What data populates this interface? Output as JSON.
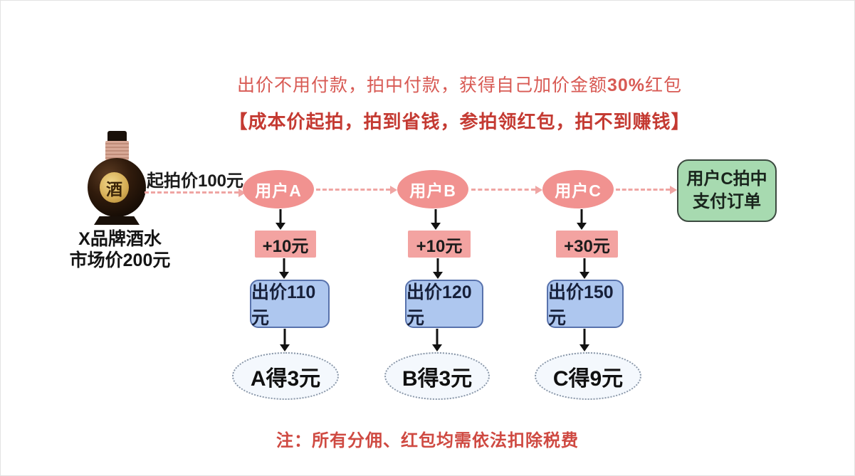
{
  "header": {
    "line1_prefix": "出价不用付款，拍中付款，获得自己加价金额",
    "line1_highlight": "30%",
    "line1_suffix": "红包",
    "line2": "【成本价起拍，拍到省钱，参拍领红包，拍不到赚钱】"
  },
  "product": {
    "bottle_label_char": "酒",
    "name": "X品牌酒水",
    "market_price": "市场价200元",
    "start_price": "起拍价100元"
  },
  "columns": [
    {
      "user": "用户A",
      "increment": "+10元",
      "bid": "出价110元",
      "reward": "A得3元"
    },
    {
      "user": "用户B",
      "increment": "+10元",
      "bid": "出价120元",
      "reward": "B得3元"
    },
    {
      "user": "用户C",
      "increment": "+30元",
      "bid": "出价150元",
      "reward": "C得9元"
    }
  ],
  "result": {
    "line1": "用户C拍中",
    "line2": "支付订单"
  },
  "footnote": "注：所有分佣、红包均需依法扣除税费",
  "colors": {
    "headline-red": "#d85a54",
    "headline-dark-red": "#c43a32",
    "note-red": "#cf4a42",
    "user-pink": "#f19290",
    "increment-pink": "#f3a3a1",
    "bid-blue": "#aec7ef",
    "bid-blue-border": "#5872ac",
    "reward-fill": "#f4f8fd",
    "reward-border": "#8a97a8",
    "result-green": "#a7dab0",
    "result-green-border": "#3c4a40",
    "dash-pink": "#efa5a3",
    "arrow-black": "#121212",
    "text-dark": "#1d1d1f"
  }
}
